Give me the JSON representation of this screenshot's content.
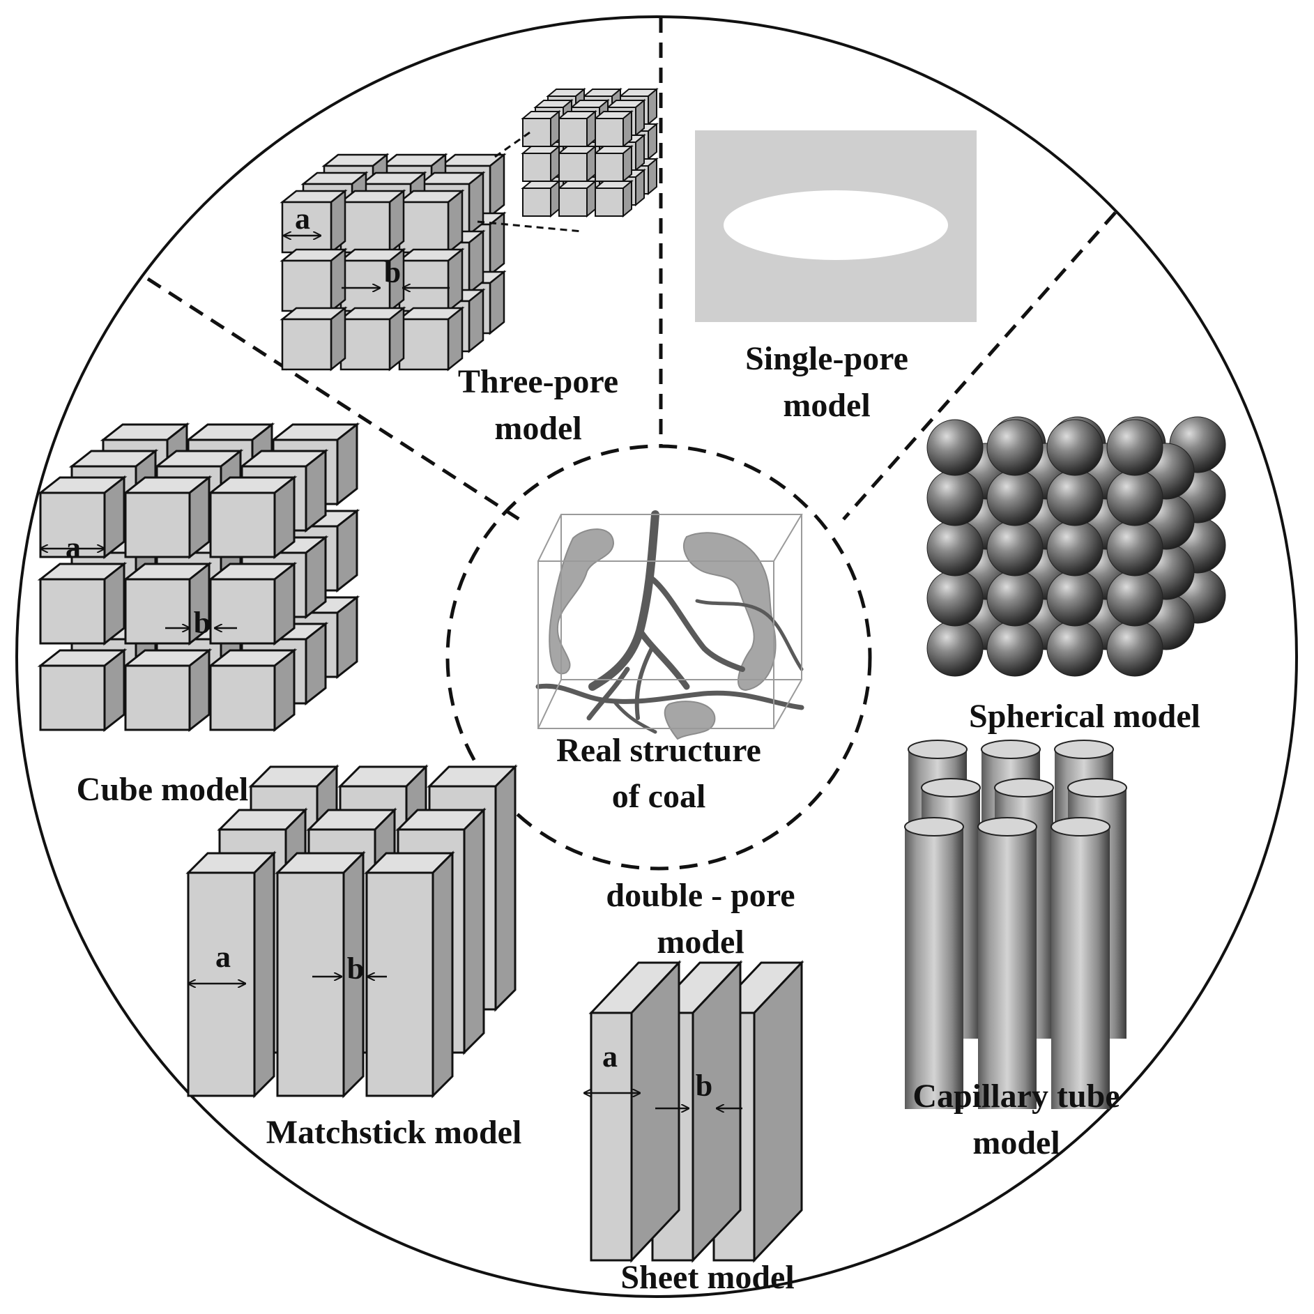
{
  "center": {
    "line1": "Real structure",
    "line2": "of coal"
  },
  "models": {
    "three_pore": {
      "line1": "Three-pore",
      "line2": "model"
    },
    "single_pore": {
      "line1": "Single-pore",
      "line2": "model"
    },
    "spherical": {
      "label": "Spherical model"
    },
    "capillary": {
      "line1": "Capillary tube",
      "line2": "model"
    },
    "double_pore": {
      "line1": "double - pore",
      "line2": "model"
    },
    "sheet": {
      "label": "Sheet model"
    },
    "matchstick": {
      "label": "Matchstick model"
    },
    "cube": {
      "label": "Cube model"
    }
  },
  "dimension_labels": {
    "a": "a",
    "b": "b"
  },
  "colors": {
    "face_front": "#cfcfcf",
    "face_top": "#e0e0e0",
    "face_side": "#9c9c9c",
    "pore_gray": "#cfcfcf",
    "stroke": "#111111"
  }
}
